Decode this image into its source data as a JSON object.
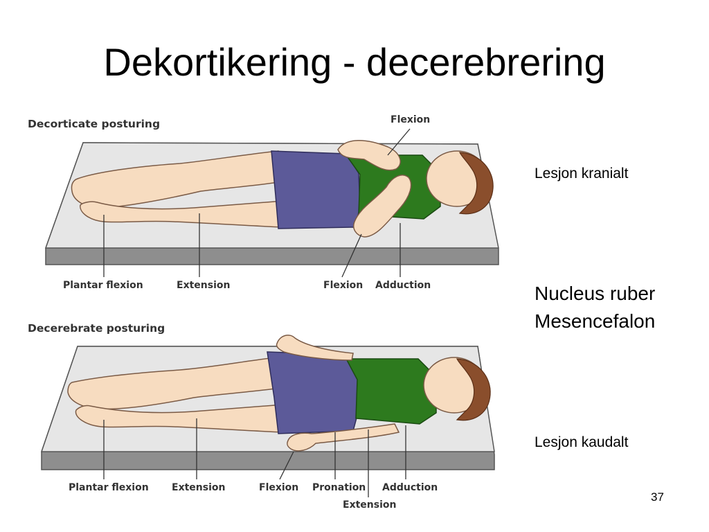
{
  "title": "Dekortikering - decerebrering",
  "decorticate": {
    "heading": "Decorticate posturing",
    "labels": {
      "flexion_top": "Flexion",
      "plantar_flexion": "Plantar flexion",
      "extension": "Extension",
      "flexion_arm": "Flexion",
      "adduction": "Adduction"
    }
  },
  "decerebrate": {
    "heading": "Decerebrate posturing",
    "labels": {
      "plantar_flexion": "Plantar flexion",
      "extension_leg": "Extension",
      "flexion": "Flexion",
      "pronation": "Pronation",
      "adduction": "Adduction",
      "extension_arm": "Extension"
    }
  },
  "side_notes": {
    "cranial": "Lesjon kranialt",
    "nucleus": "Nucleus ruber",
    "mesencephalon": "Mesencefalon",
    "caudal": "Lesjon kaudalt"
  },
  "slide_number": "37",
  "colors": {
    "mattress_top": "#e6e6e6",
    "mattress_side": "#8e8e8e",
    "skin": "#f7dcc0",
    "shirt": "#2d7a1e",
    "shorts": "#5c5a99",
    "hair": "#8a4e2c"
  }
}
